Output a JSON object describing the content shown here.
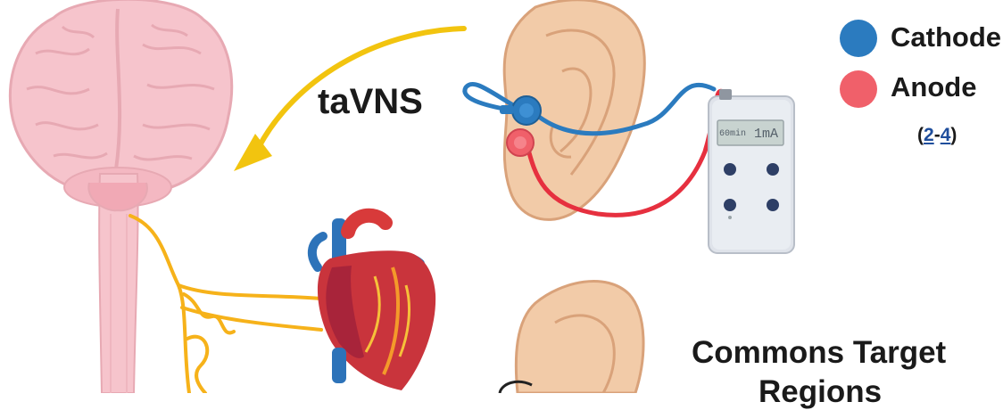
{
  "labels": {
    "stimulation": "taVNS",
    "cathode": "Cathode",
    "anode": "Anode",
    "commons_title": "Commons Target",
    "commons_subtitle": "Regions"
  },
  "reference": {
    "open": "(",
    "first": "2",
    "dash": "-",
    "last": "4",
    "close": ")"
  },
  "device_screen": {
    "time": "60min",
    "current": "1mA"
  },
  "colors": {
    "cathode": "#2b7bbf",
    "anode": "#f0606a",
    "nerve": "#f6b21a",
    "arrow": "#f2c40f",
    "skin": "#f2cba8",
    "brain": "#f6c4cc",
    "reference_link": "#1f4e9c"
  },
  "icons": [
    "brain-icon",
    "heart-icon",
    "ear-icon",
    "stimulator-device-icon",
    "curved-arrow-icon"
  ]
}
